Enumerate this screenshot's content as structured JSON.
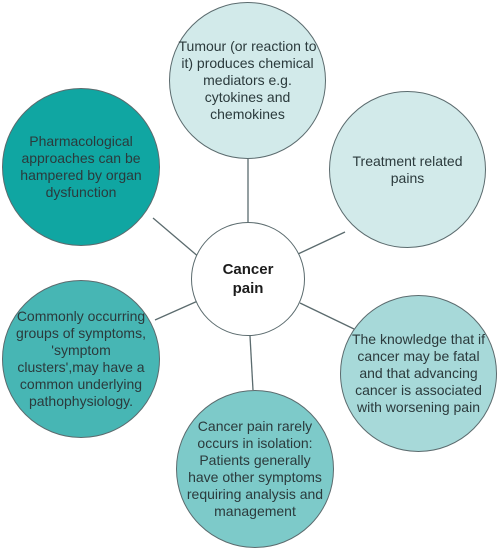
{
  "center": {
    "label": "Cancer pain"
  },
  "nodes": {
    "top": "Tumour (or reaction to it) produces chemical mediators e.g. cytokines and chemokines",
    "top_right": "Treatment related pains",
    "bottom_right": "The knowledge that if cancer may be fatal and that advancing cancer is associated with worsening pain",
    "bottom": "Cancer pain rarely occurs in isolation: Patients generally have other symptoms requiring analysis and management",
    "bottom_left": "Commonly occurring groups of symptoms, 'symptom clusters',may have a common underlying pathophysiology.",
    "top_left": "Pharmacological approaches can be hampered by organ dysfunction"
  },
  "colors": {
    "top": "#d2eaea",
    "top_right": "#d2eaea",
    "bottom_right": "#a7d9d9",
    "bottom": "#7dcac9",
    "bottom_left": "#47b6b4",
    "top_left": "#10a6a2",
    "center": "#ffffff",
    "outline": "#5b6b6e"
  }
}
